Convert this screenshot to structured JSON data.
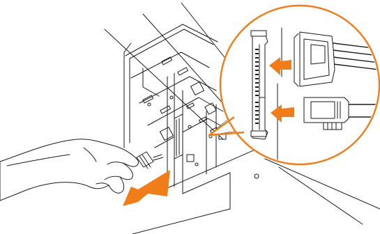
{
  "colors": {
    "accent": "#f07d1a",
    "line": "#1a1a1a",
    "background": "#ffffff"
  },
  "figure": {
    "parts": [
      "drive-cage",
      "hand-with-cable",
      "insert-direction-arrow",
      "magnifier-callout",
      "drive-connector-port",
      "sata-power-plug",
      "sata-data-plug",
      "power-arrow",
      "data-arrow"
    ]
  }
}
